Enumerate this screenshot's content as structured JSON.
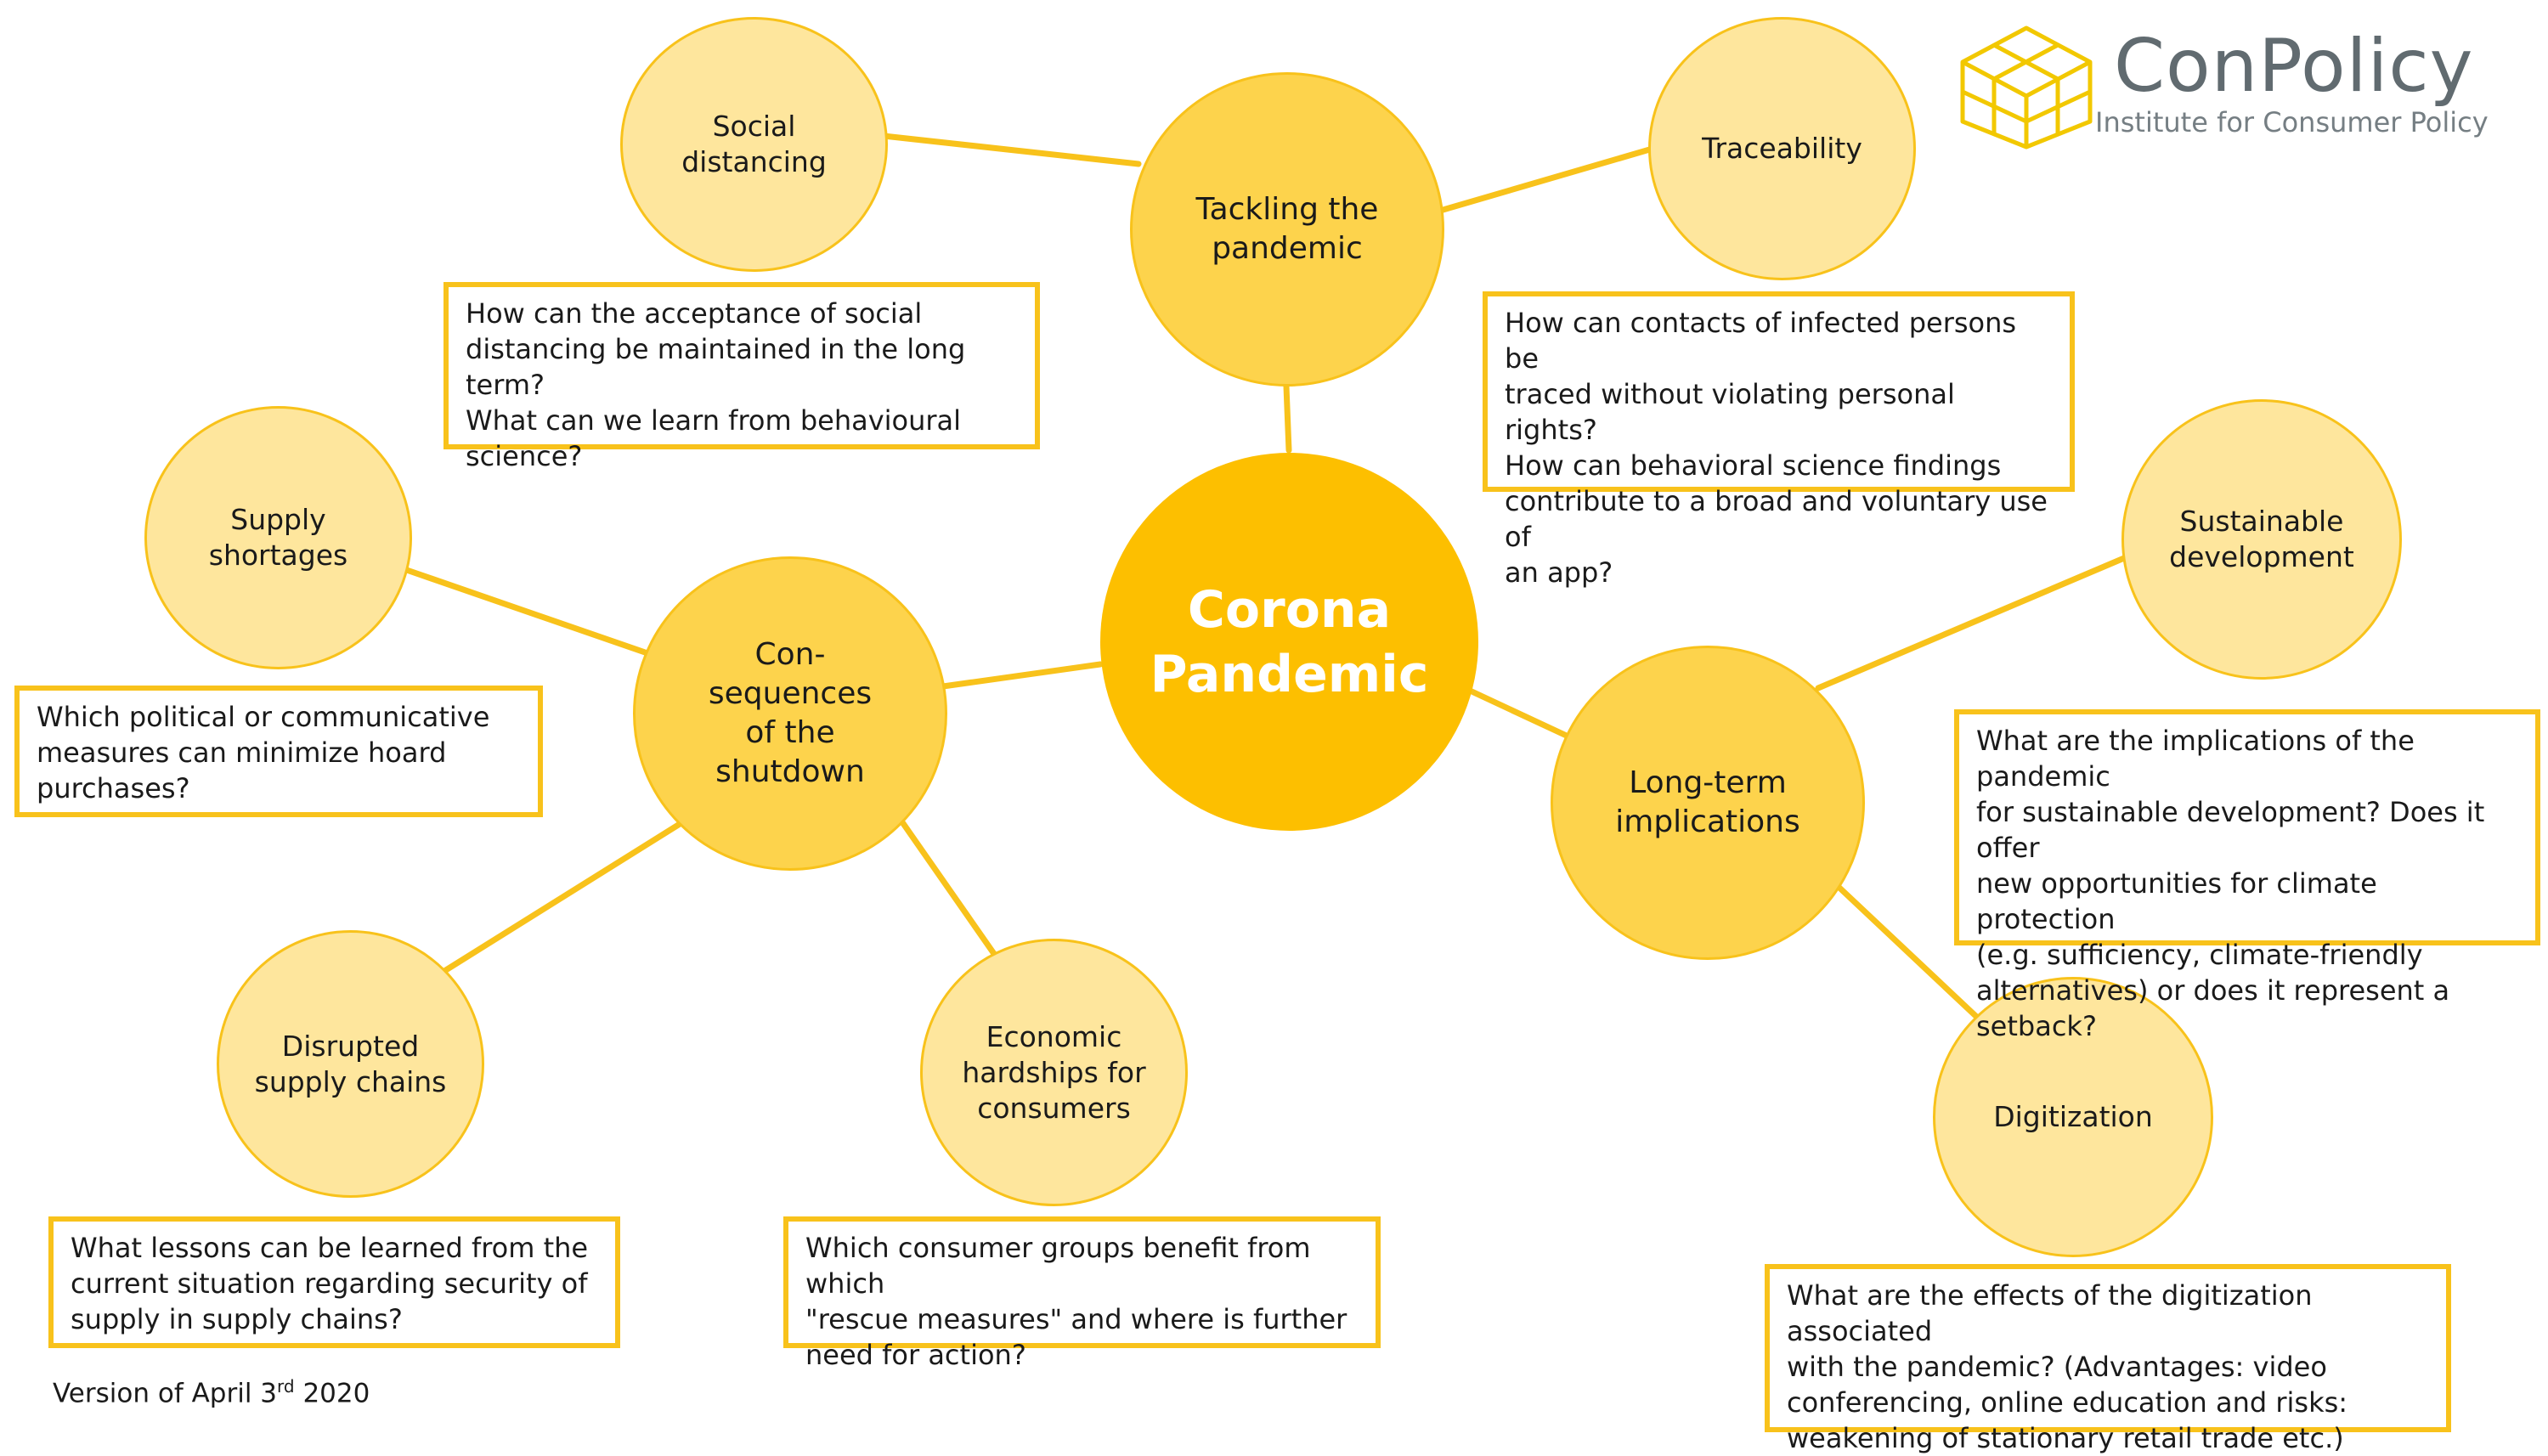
{
  "center": {
    "label": "Corona\nPandemic"
  },
  "branches": {
    "tackling": {
      "label": "Tackling the\npandemic"
    },
    "consequences": {
      "label": "Con-\nsequences\nof the\nshutdown"
    },
    "longterm": {
      "label": "Long-term\nimplications"
    }
  },
  "topics": [
    {
      "label": "Social\ndistancing",
      "question": "How can the acceptance of social\ndistancing be maintained in the long term?\nWhat can we learn from behavioural\nscience?"
    },
    {
      "label": "Traceability",
      "question": "How can contacts of infected persons be\ntraced without violating personal rights?\nHow can behavioral science findings\ncontribute to a broad and voluntary use of\nan app?"
    },
    {
      "label": "Supply\nshortages",
      "question": "Which political or communicative\nmeasures can minimize hoard\npurchases?"
    },
    {
      "label": "Disrupted\nsupply chains",
      "question": "What lessons can be learned from the\ncurrent situation regarding security of\nsupply in supply chains?"
    },
    {
      "label": "Economic\nhardships for\nconsumers",
      "question": "Which consumer groups benefit from which\n\"rescue measures\" and where is further\nneed for action?"
    },
    {
      "label": "Sustainable\ndevelopment",
      "question": "What are the implications of the pandemic\nfor sustainable development? Does it offer\nnew opportunities for climate protection\n(e.g. sufficiency, climate-friendly\nalternatives) or does it represent a\nsetback?"
    },
    {
      "label": "Digitization",
      "question": "What are the effects of the digitization associated\nwith the pandemic? (Advantages: video\nconferencing, online education and risks:\nweakening of stationary retail trade etc.)"
    }
  ],
  "logo": {
    "name": "ConPolicy",
    "subtitle": "Institute for Consumer Policy"
  },
  "version": {
    "prefix": "Version of April 3",
    "sup": "rd",
    "suffix": " 2020"
  },
  "colors": {
    "center": "#fdbf00",
    "branch": "#fdd34c",
    "leaf": "#fee69d",
    "accent": "#f8c21b"
  }
}
